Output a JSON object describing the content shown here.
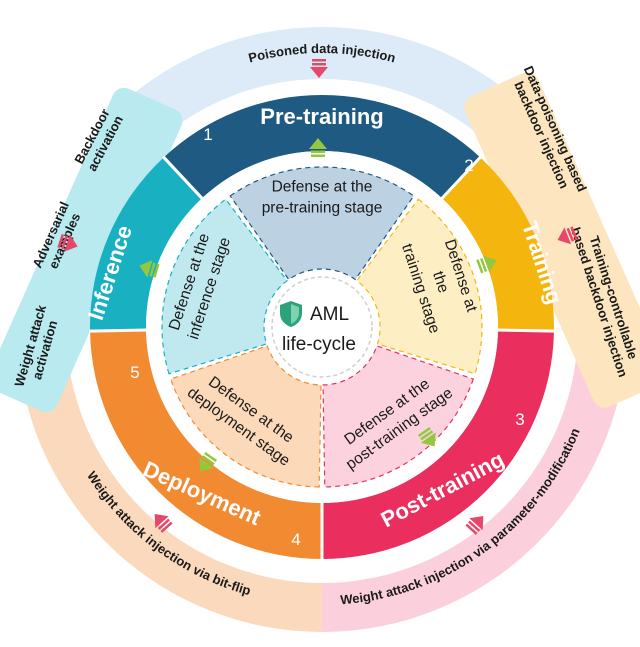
{
  "center": {
    "line1": "AML",
    "line2": "life-cycle",
    "icon": "shield-icon",
    "icon_color": "#2aa37a"
  },
  "stages": [
    {
      "id": "pretraining",
      "label": "Pre-training",
      "number": "1",
      "color": "#1e5a82",
      "defense": [
        "Defense at the",
        "pre-training stage"
      ],
      "defense_color": "#bcd1e2"
    },
    {
      "id": "training",
      "label": "Training",
      "number": "2",
      "color": "#f5b50f",
      "defense": [
        "Defense at",
        "the",
        "training stage"
      ],
      "defense_color": "#fdeec4"
    },
    {
      "id": "posttraining",
      "label": "Post-training",
      "number": "3",
      "color": "#ea2f5e",
      "defense": [
        "Defense at the",
        "post-training stage"
      ],
      "defense_color": "#fbd2dd"
    },
    {
      "id": "deployment",
      "label": "Deployment",
      "number": "4",
      "color": "#f28a32",
      "defense": [
        "Defense at the",
        "deployment stage"
      ],
      "defense_color": "#fbd9b9"
    },
    {
      "id": "inference",
      "label": "Inference",
      "number": "5",
      "color": "#19b0c2",
      "defense": [
        "Defense at the",
        "inference stage"
      ],
      "defense_color": "#bfe9ef"
    }
  ],
  "attacks": {
    "pretraining": {
      "lines": [
        "Poisoned data injection"
      ],
      "color": "#dcebf7"
    },
    "training_1": {
      "lines": [
        "Data-poisoning based",
        "backdoor injection"
      ],
      "color": "#fde6bf"
    },
    "training_2": {
      "lines": [
        "Training-controllable",
        "based backdoor injection"
      ],
      "color": "#fde6bf"
    },
    "posttraining": {
      "lines": [
        "Weight attack injection via parameter-modification"
      ],
      "color": "#fbd0dc"
    },
    "deployment": {
      "lines": [
        "Weight attack injection via bit-flip"
      ],
      "color": "#fbd9bd"
    },
    "inference_1": {
      "lines": [
        "Backdoor",
        "activation"
      ],
      "color": "#b8eaf0"
    },
    "inference_2": {
      "lines": [
        "Adversarial",
        "examples"
      ],
      "color": "#b8eaf0"
    },
    "inference_3": {
      "lines": [
        "Weight attack",
        "activation"
      ],
      "color": "#b8eaf0"
    }
  },
  "colors": {
    "outer_arrow": "#e5486a",
    "inner_arrow": "#93c83e"
  }
}
